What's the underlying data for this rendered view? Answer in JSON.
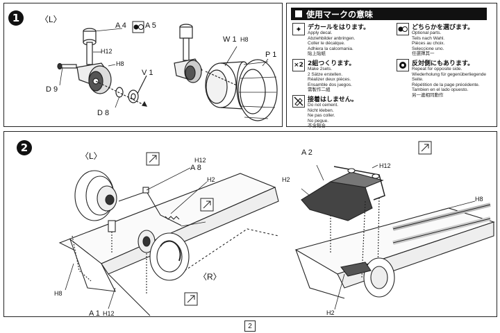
{
  "step1": {
    "number": "1",
    "side_label": "〈L〉",
    "labels": {
      "a4": "A 4",
      "a5": "A 5",
      "h12": "H12",
      "h8": "H8",
      "d9": "D 9",
      "d8": "D 8",
      "v1": "V 1",
      "w1": "W 1",
      "w1_h8": "H8",
      "p1": "P 1"
    }
  },
  "legend": {
    "title": "使用マークの意味",
    "items": [
      {
        "icon": "star-decal-icon",
        "jp": "デカールをはります。",
        "tr": "Apply decal.\nAbziehbilder anbringen.\nColler le décalque.\nAdhiera la calcomania.\n貼上貼紙"
      },
      {
        "icon": "choose-icon",
        "jp": "どちらかを選びます。",
        "tr": "Optional parts.\nTeils nach Wahl.\nPièces au choix.\nSeleccione uno.\n任選擇其一"
      },
      {
        "icon": "x2-icon",
        "jp": "2組つくります。",
        "tr": "Make 2sets.\n2 Sätze erstellen.\nRéalizer deux pièces.\nEnsamble dos juegos.\n需製作二組"
      },
      {
        "icon": "repeat-icon",
        "jp": "反対側にもあります。",
        "tr": "Repeat for opposite side.\nWiederholung für gegenüberliegende Seite.\nRépétition de la page précédente.\nTambien en el lado opuesto.\n另一邊相同動作"
      },
      {
        "icon": "no-glue-icon",
        "jp": "接着はしません。",
        "tr": "Do not cement.\nNicht kleben.\nNe pas coller.\nNo pegue.\n不含黏合"
      }
    ]
  },
  "step2": {
    "number": "2",
    "left_labels": {
      "side_l": "〈L〉",
      "h12": "H12",
      "a8": "A 8",
      "h2": "H2",
      "h8": "H8",
      "a1": "A 1",
      "a1_h12": "H12",
      "side_r": "〈R〉"
    },
    "right_labels": {
      "a2": "A 2",
      "h12": "H12",
      "h2a": "H2",
      "h8": "H8",
      "h2b": "H2"
    }
  },
  "page": {
    "number": "2"
  }
}
